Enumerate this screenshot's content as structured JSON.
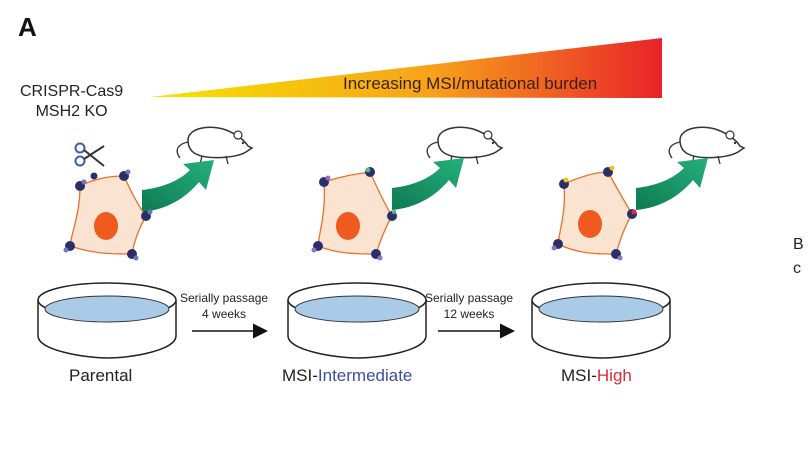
{
  "panel_label": "A",
  "crispr": {
    "line1": "CRISPR-Cas9",
    "line2": "MSH2 KO"
  },
  "gradient_label": "Increasing MSI/mutational burden",
  "colors": {
    "gradient_start": "#f5e400",
    "gradient_mid": "#f7a21a",
    "gradient_end": "#e8232a",
    "green_arrow": "#1a9a6c",
    "dish_liquid": "#a9cbe8",
    "cell_fill": "#fbe3d2",
    "nucleus": "#ef5a1f",
    "intermediate_blue": "#3a4fa0",
    "high_red": "#d92b3a"
  },
  "stages": [
    {
      "label": "Parental"
    },
    {
      "label_prefix": "MSI-",
      "label_suffix": "Intermediate"
    },
    {
      "label_prefix": "MSI-",
      "label_suffix": "High"
    }
  ],
  "passages": [
    {
      "line1": "Serially passage",
      "line2": "4 weeks"
    },
    {
      "line1": "Serially passage",
      "line2": "12 weeks"
    }
  ],
  "cut_text": {
    "line1": "B",
    "line2": "c"
  }
}
